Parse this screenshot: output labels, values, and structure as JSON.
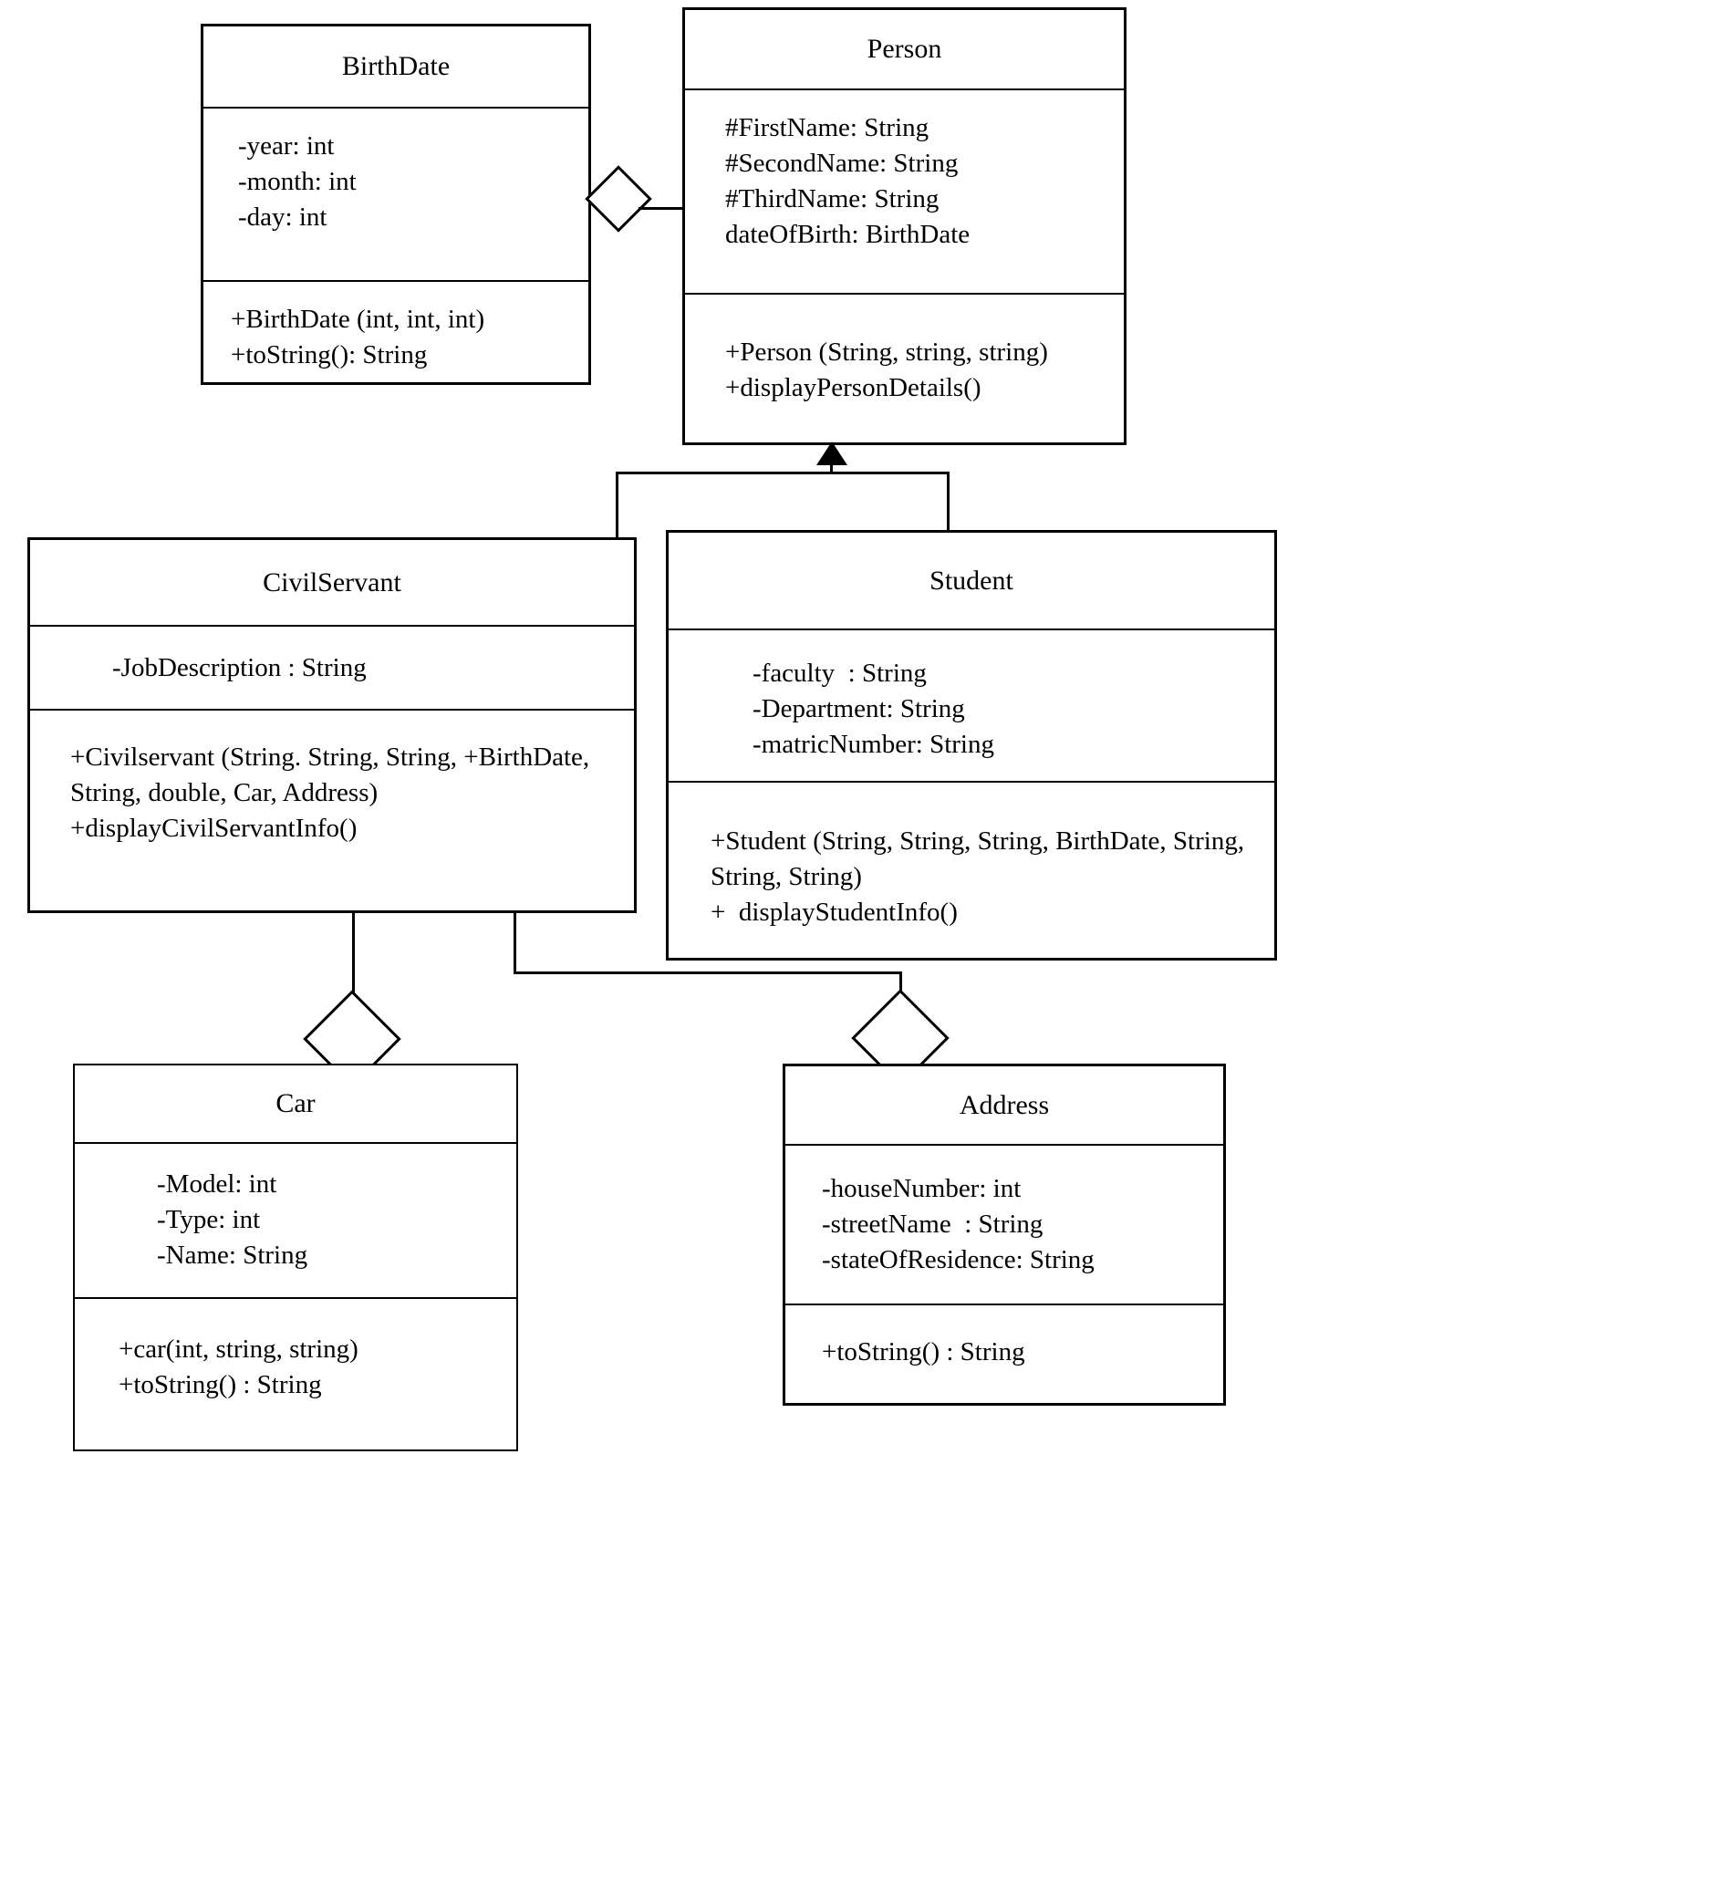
{
  "diagram": {
    "type": "uml-class-diagram",
    "classes": [
      {
        "id": "birthdate",
        "name": "BirthDate",
        "attributes": [
          "-year: int",
          "-month: int",
          "-day: int"
        ],
        "methods": [
          "+BirthDate (int, int, int)",
          "+toString(): String"
        ]
      },
      {
        "id": "person",
        "name": "Person",
        "attributes": [
          "#FirstName: String",
          "#SecondName: String",
          "#ThirdName: String",
          "dateOfBirth: BirthDate"
        ],
        "methods": [
          "+Person (String, string, string)",
          "+displayPersonDetails()"
        ]
      },
      {
        "id": "civilservant",
        "name": "CivilServant",
        "attributes": [
          "-JobDescription : String"
        ],
        "methods": [
          "+Civilservant (String. String, String, +BirthDate, String, double, Car, Address)",
          "+displayCivilServantInfo()"
        ]
      },
      {
        "id": "student",
        "name": "Student",
        "attributes": [
          "-faculty  : String",
          "-Department: String",
          "-matricNumber: String"
        ],
        "methods": [
          "+Student (String, String, String, BirthDate, String, String, String)",
          "+  displayStudentInfo()"
        ]
      },
      {
        "id": "car",
        "name": "Car",
        "attributes": [
          "-Model: int",
          "-Type: int",
          "-Name: String"
        ],
        "methods": [
          "+car(int, string, string)",
          "+toString() : String"
        ]
      },
      {
        "id": "address",
        "name": "Address",
        "attributes": [
          "-houseNumber: int",
          "-streetName  : String",
          "-stateOfResidence: String"
        ],
        "methods": [
          "+toString() : String"
        ]
      }
    ],
    "relationships": [
      {
        "id": "person-birthdate",
        "kind": "aggregation",
        "from": "Person",
        "to": "BirthDate"
      },
      {
        "id": "civilservant-person",
        "kind": "generalization",
        "from": "CivilServant",
        "to": "Person"
      },
      {
        "id": "student-person",
        "kind": "generalization",
        "from": "Student",
        "to": "Person"
      },
      {
        "id": "civilservant-car",
        "kind": "aggregation",
        "from": "CivilServant",
        "to": "Car"
      },
      {
        "id": "student-address",
        "kind": "aggregation",
        "from": "Student",
        "to": "Address"
      }
    ],
    "colors": {
      "line": "#000000",
      "fill": "#ffffff"
    }
  }
}
